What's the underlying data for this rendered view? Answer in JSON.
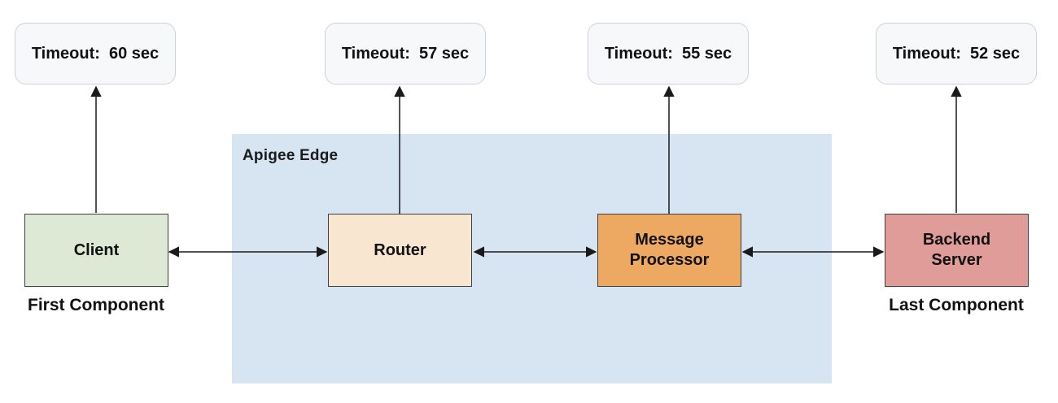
{
  "diagram": {
    "region_label": "Apigee Edge",
    "timeout_boxes": [
      {
        "label": "Timeout:  60 sec",
        "value_sec": 60
      },
      {
        "label": "Timeout:  57 sec",
        "value_sec": 57
      },
      {
        "label": "Timeout:  55 sec",
        "value_sec": 55
      },
      {
        "label": "Timeout:  52 sec",
        "value_sec": 52
      }
    ],
    "components": [
      {
        "label": "Client",
        "caption": "First Component",
        "fill": "#dde9d5"
      },
      {
        "label": "Router",
        "fill": "#f9e6d0"
      },
      {
        "label": "Message Processor",
        "fill": "#eda962"
      },
      {
        "label": "Backend Server",
        "caption": "Last Component",
        "fill": "#e09c98"
      }
    ],
    "colors": {
      "region_fill": "#d7e4f2",
      "timeout_fill": "#f7f8fa",
      "timeout_border": "#ccd2da",
      "component_border": "#404040",
      "arrow": "#1a1a1a",
      "text": "#111111"
    }
  }
}
